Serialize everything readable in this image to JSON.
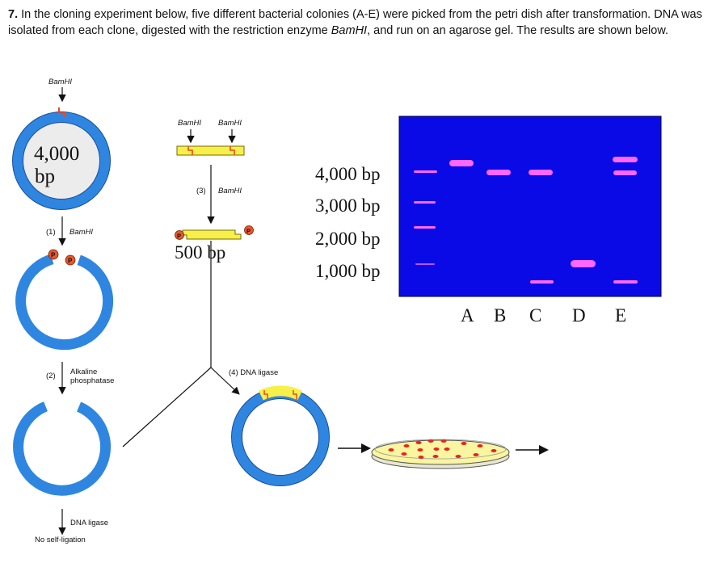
{
  "question": {
    "number": "7.",
    "part1": " In the cloning experiment below, five different bacterial colonies (A-E) were picked from the petri dish after transformation. DNA was isolated from each clone, digested with the restriction enzyme ",
    "enzyme": "BamHI",
    "part2": ", and run on an agarose gel. The results are shown below."
  },
  "diagram": {
    "plasmid_top_enzyme": "BamHI",
    "plasmid_size": "4,000 bp",
    "step1": "(1)",
    "step1_enzyme": "BamHI",
    "step2": "(2)",
    "step2_label_line1": "Alkaline",
    "step2_label_line2": "phosphatase",
    "dna_ligase": "DNA ligase",
    "no_self_ligation": "No self-ligation",
    "insert_enzyme_left": "BamHI",
    "insert_enzyme_right": "BamHI",
    "step3": "(3)",
    "step3_enzyme": "BamHI",
    "insert_size": "500 bp",
    "step4": "(4) DNA ligase",
    "phosphate": "P"
  },
  "gel": {
    "ladder_labels": [
      "4,000 bp",
      "3,000 bp",
      "2,000 bp",
      "1,000 bp"
    ],
    "lanes": [
      "A",
      "B",
      "C",
      "D",
      "E"
    ],
    "background_color": "#0a0ae6",
    "band_color": "#ff66ff"
  }
}
